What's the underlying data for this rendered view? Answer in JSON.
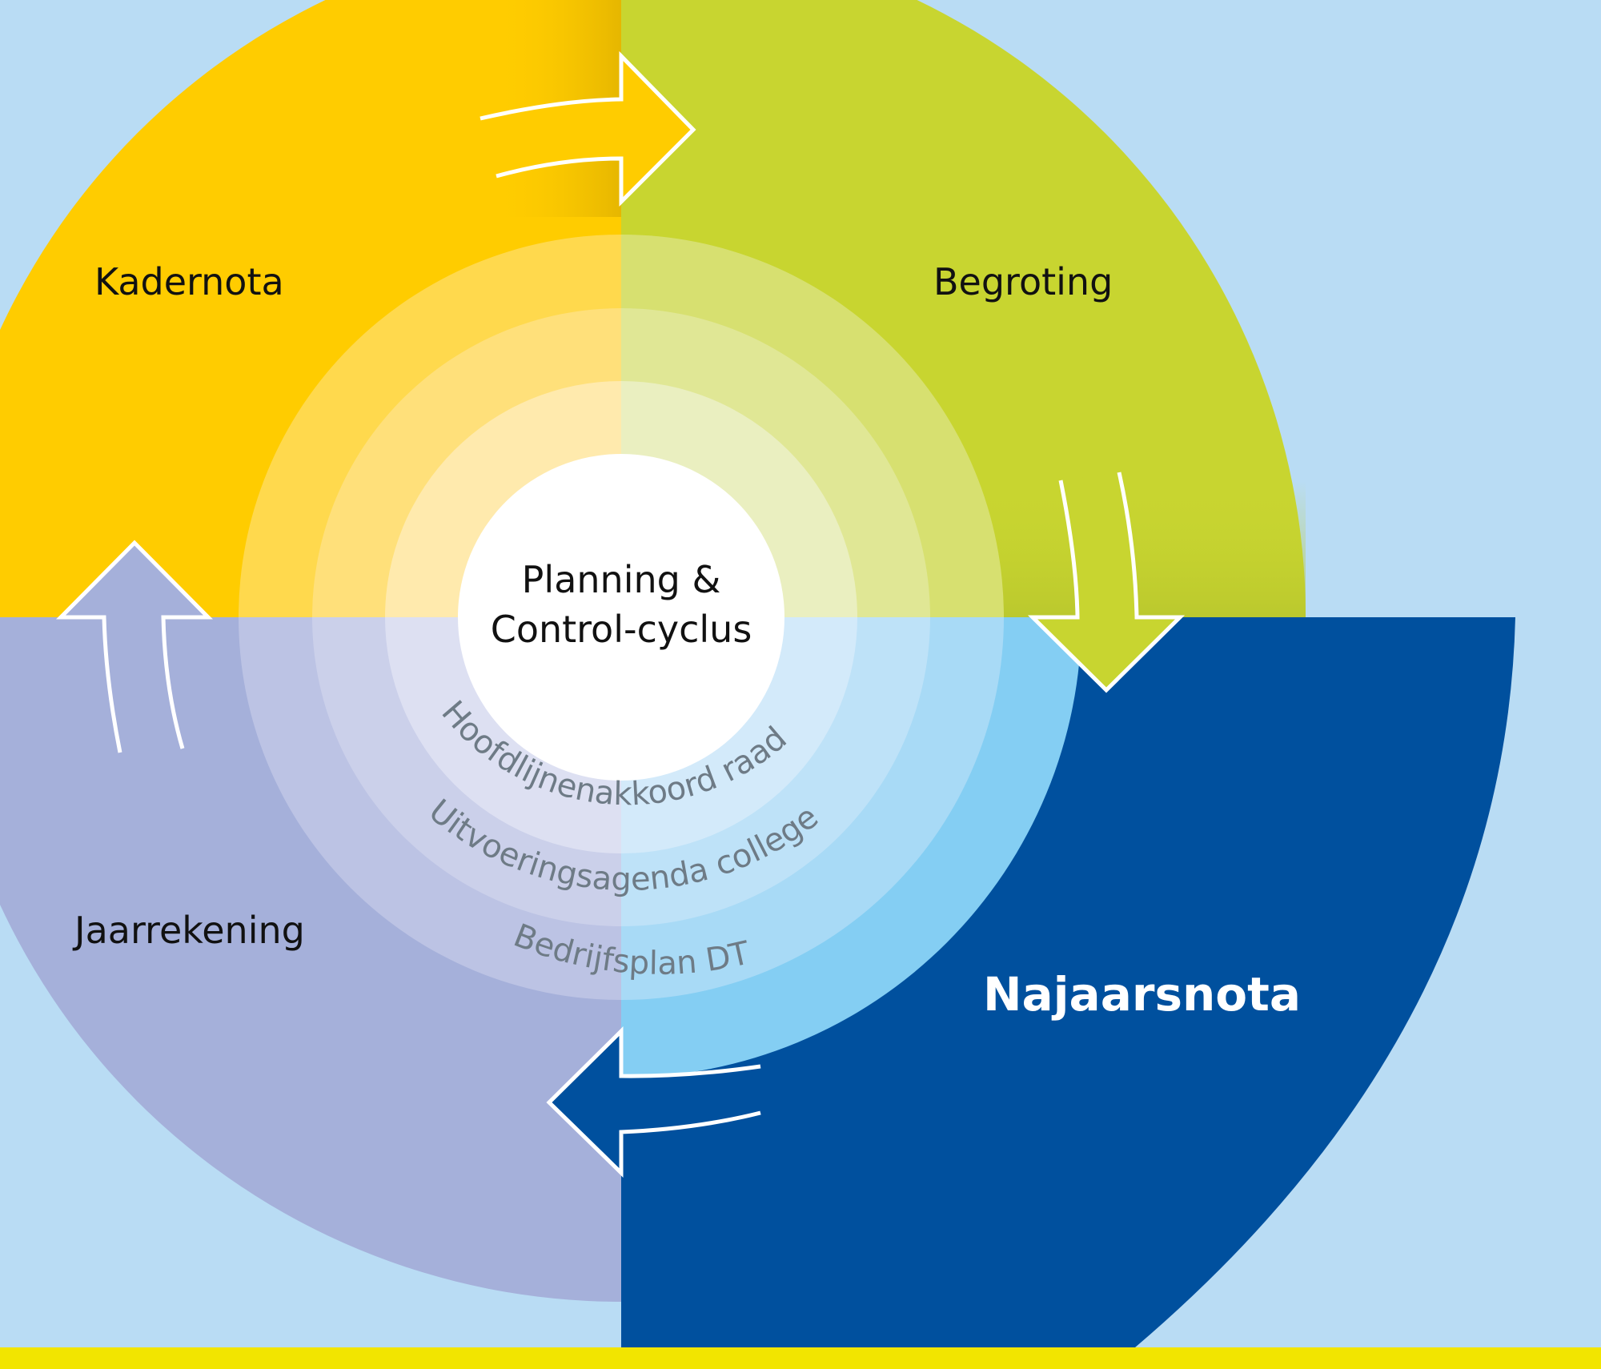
{
  "diagram": {
    "title": "Planning & Control-cyclus",
    "center": {
      "lines": [
        "Planning &",
        "Control-cyclus"
      ]
    },
    "phases": [
      {
        "id": "kadernota",
        "label": "Kadernota",
        "quadrant": "top-left",
        "color": "#FFCC00",
        "next": "begroting",
        "arrow_direction": "right"
      },
      {
        "id": "begroting",
        "label": "Begroting",
        "quadrant": "top-right",
        "color": "#C8D530",
        "next": "najaarsnota",
        "arrow_direction": "down"
      },
      {
        "id": "najaarsnota",
        "label": "Najaarsnota",
        "quadrant": "bottom-right",
        "color": "#00509E",
        "next": "jaarrekening",
        "arrow_direction": "left",
        "emphasized": true
      },
      {
        "id": "jaarrekening",
        "label": "Jaarrekening",
        "quadrant": "bottom-left",
        "color": "#A5B0DA",
        "next": "kadernota",
        "arrow_direction": "up"
      }
    ],
    "rings": [
      {
        "label": "Hoofdlijnenakkoord raad",
        "order": 1
      },
      {
        "label": "Uitvoeringsagenda college",
        "order": 2
      },
      {
        "label": "Bedrijfsplan DT",
        "order": 3
      }
    ],
    "colors": {
      "background": "#B9DCF4",
      "bottom_bar": "#F2E500",
      "ring_text": "#6E7B86",
      "arrow_outline": "#FFFFFF",
      "ring_inner_right_bottom": "#D3EAFA",
      "ring_mid_right_bottom": "#BEE2F8",
      "ring_outer_right_bottom": "#A8DAF6",
      "ring_edge_right_bottom": "#84CEF3"
    }
  }
}
